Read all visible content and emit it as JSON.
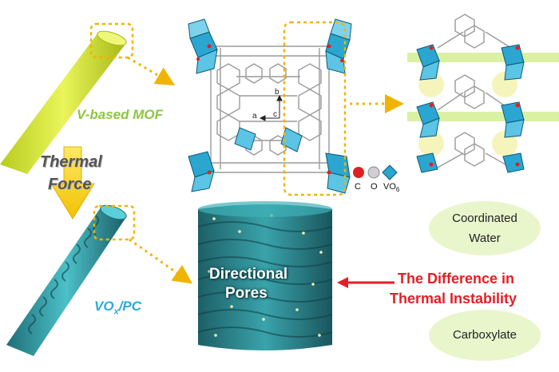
{
  "labels": {
    "mof": "V-based MOF",
    "thermal_line1": "Thermal",
    "thermal_line2": "Force",
    "vox_main": "VO",
    "vox_sub": "x",
    "vox_suffix": "/PC",
    "pores_line1": "Directional",
    "pores_line2": "Pores",
    "diff_line1": "The Difference in",
    "diff_line2": "Thermal Instability",
    "water_line1": "Coordinated",
    "water_line2": "Water",
    "carboxylate": "Carboxylate"
  },
  "axes": {
    "a": "a",
    "b": "b",
    "c": "c"
  },
  "legend": {
    "c": "C",
    "o": "O",
    "vo": "VO",
    "vo_sub": "6"
  },
  "colors": {
    "rod": "#d4e83a",
    "dashed_box": "#f0b400",
    "big_arrow": "#f5d800",
    "red_arrow": "#e41e26",
    "vo6": "#2aa6d0",
    "pores_fill": "#2f8c93",
    "bubble": "#e9f6cc"
  }
}
